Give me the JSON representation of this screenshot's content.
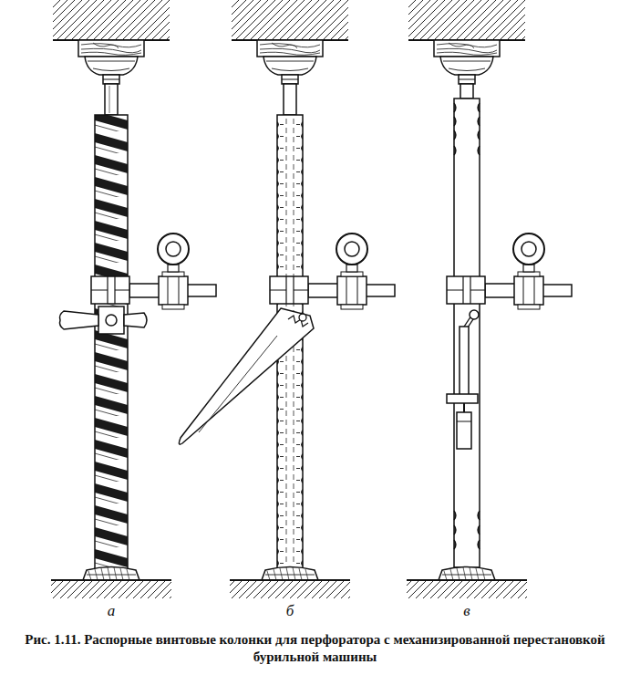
{
  "diagram": {
    "caption": "Рис. 1.11. Распорные винтовые колонки для перфоратора с механизированной перестановкой бурильной машины",
    "labels": [
      "а",
      "б",
      "в"
    ]
  }
}
